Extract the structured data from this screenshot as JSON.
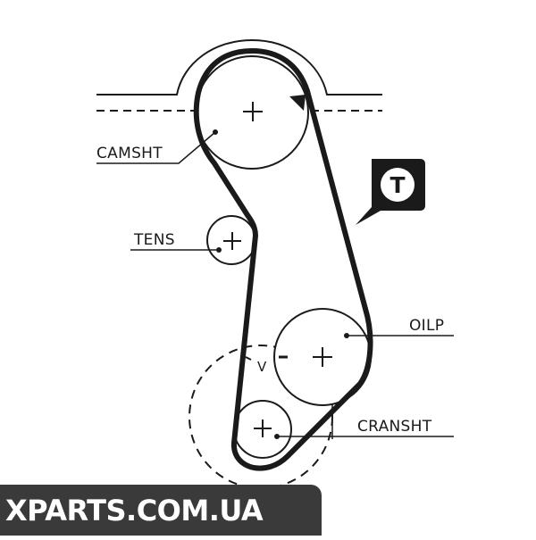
{
  "labels": {
    "camshaft": "CAMSHT",
    "tensioner": "TENS",
    "oil_pump": "OILP",
    "crankshaft": "CRANSHT"
  },
  "badge": {
    "letter": "T"
  },
  "timing_mark": "V",
  "watermark": "XPARTS.COM.UA",
  "colors": {
    "line": "#1a1a1a",
    "badge_bg": "#1a1a1a",
    "badge_fg": "#ffffff",
    "watermark_bg": "#3a3a3a",
    "watermark_fg": "#ffffff"
  }
}
